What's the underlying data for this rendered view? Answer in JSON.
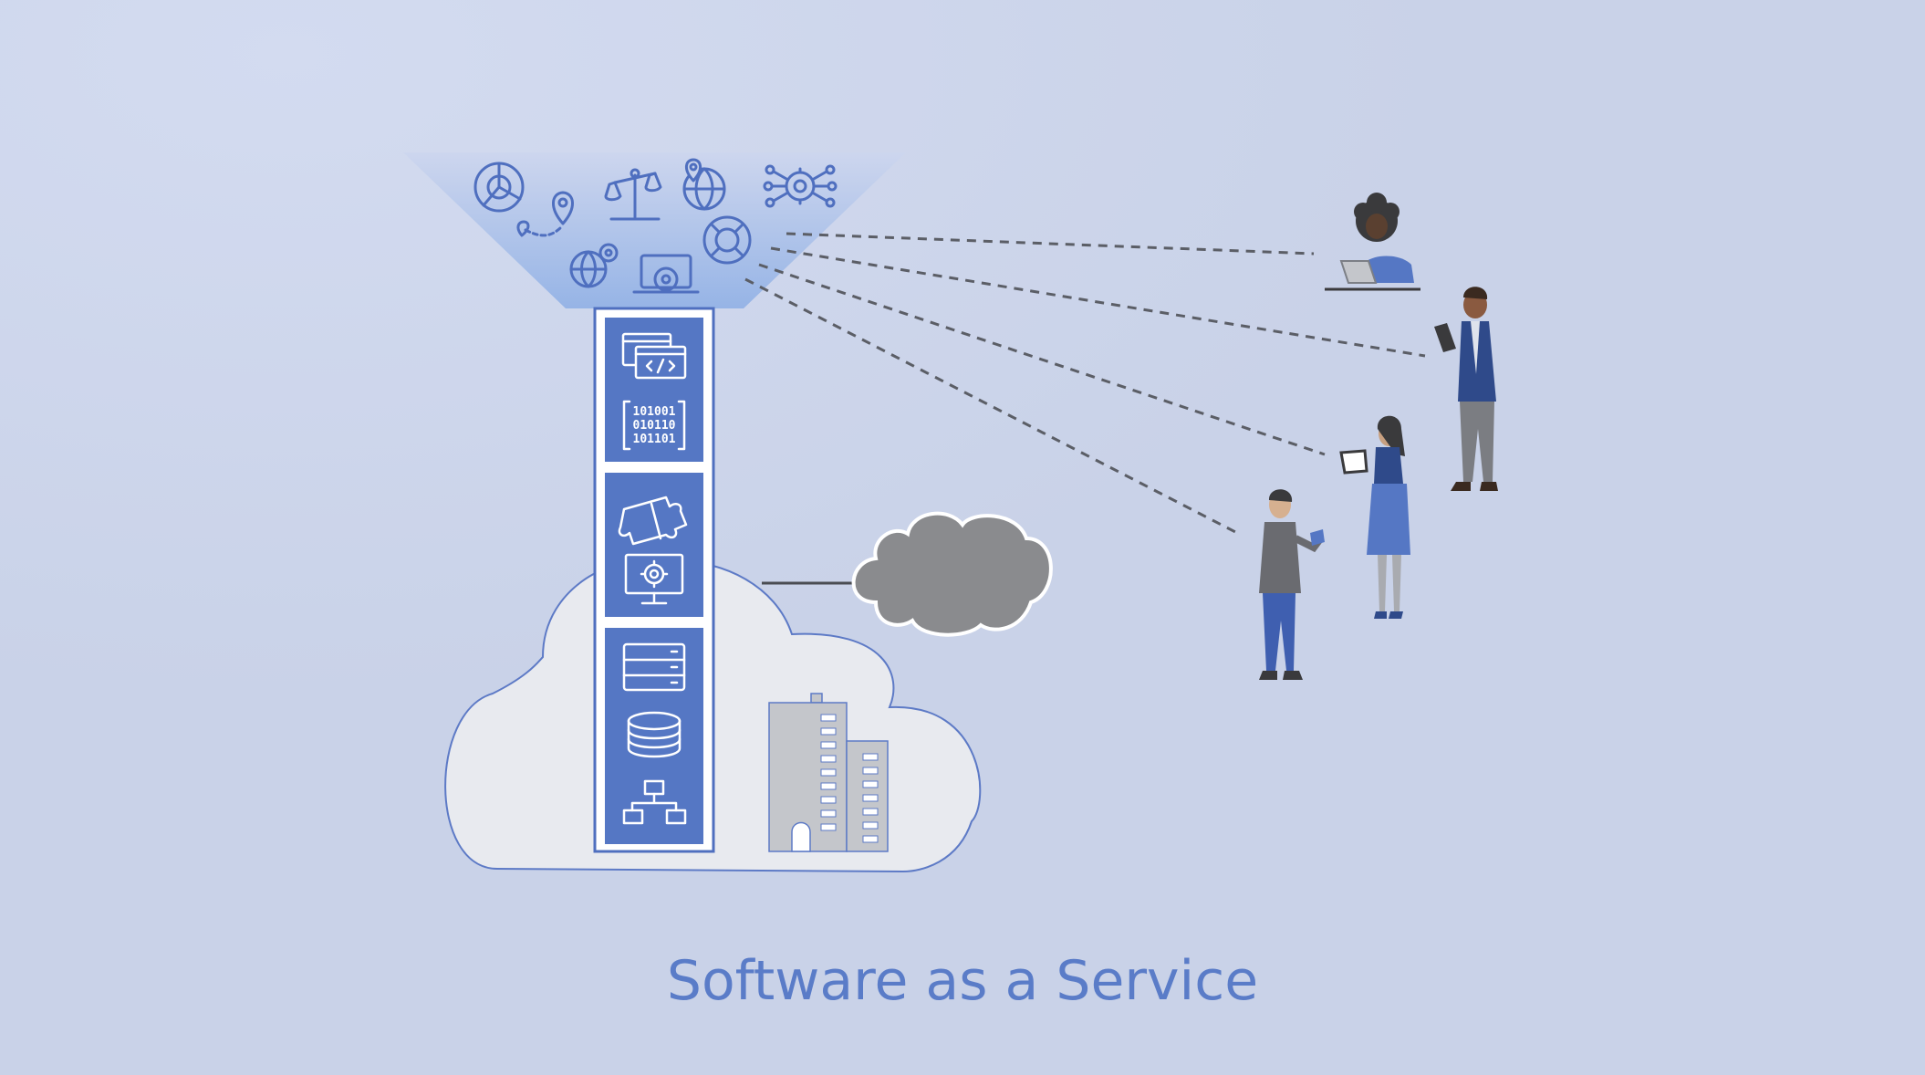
{
  "caption": "Software as a Service",
  "colors": {
    "background": "#c9d2e8",
    "accent_blue": "#5577c4",
    "cloud_fill": "#e9ebef",
    "cloud_stroke": "#5d7ac6",
    "funnel_top": "#c7d2ec",
    "funnel_bottom": "#9db8e6",
    "grey_cloud": "#8a8b8e",
    "building": "#c4c6cb",
    "dashes": "#5b5e66",
    "caption_text": "#5a7cc8"
  },
  "funnel": {
    "icons": [
      "pie-chart-icon",
      "location-route-icon",
      "scales-icon",
      "globe-pin-icon",
      "gear-network-icon",
      "globe-gear-icon",
      "laptop-gear-icon",
      "lifebuoy-icon"
    ]
  },
  "stack": {
    "groups": [
      {
        "icons": [
          "code-windows-icon"
        ],
        "binary_lines": [
          "101001",
          "010110",
          "101101"
        ]
      },
      {
        "icons": [
          "puzzle-icon",
          "monitor-gear-icon"
        ]
      },
      {
        "icons": [
          "server-icon",
          "database-icon",
          "network-hierarchy-icon"
        ]
      }
    ]
  },
  "external_cloud": {
    "icon": "cloud-icon"
  },
  "building": {
    "icon": "office-building-icon"
  },
  "users": [
    "person-laptop-icon",
    "person-tablet-man-icon",
    "person-tablet-woman-icon",
    "person-phone-man-icon"
  ]
}
